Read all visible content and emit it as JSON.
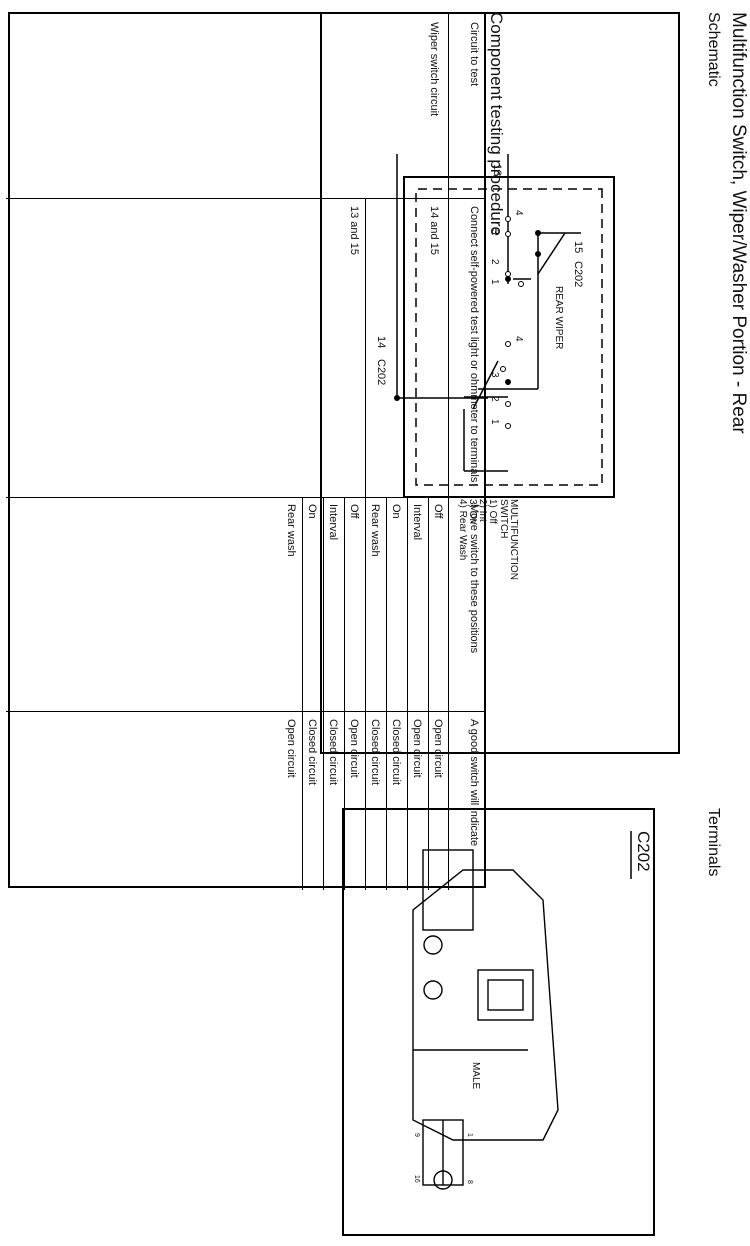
{
  "page": {
    "title": "Multifunction Switch, Wiper/Washer Portion - Rear",
    "schematic_label": "Schematic",
    "terminals_label": "Terminals",
    "testing_label": "Component testing procedure"
  },
  "schematic": {
    "rear_wiper_label": "REAR WIPER",
    "wire_15": "15",
    "wire_15_connector": "C202",
    "wire_13": "13",
    "wire_14": "14",
    "wire_14_connector": "C202",
    "legend": [
      "MULTIFUNCTION",
      "SWITCH",
      "1) Off",
      "2) Int",
      "3) On",
      "4) Rear Wash"
    ],
    "pos_4": "4",
    "pos_3": "3",
    "pos_2": "2",
    "pos_1": "1"
  },
  "terminals": {
    "connector_id": "C202",
    "gender_label": "MALE",
    "pin_1": "1",
    "pin_8": "8",
    "pin_9": "9",
    "pin_16": "16"
  },
  "table": {
    "headers": {
      "circuit": "Circuit to test",
      "connect": "Connect self-powered test light or ohmmeter to terminals",
      "move": "Move switch to these positions",
      "indicate": "A good switch will indicate"
    },
    "circuit_name": "Wiper switch circuit",
    "groups": [
      {
        "terminals": "14 and 15",
        "rows": [
          {
            "position": "Off",
            "result": "Open circuit"
          },
          {
            "position": "Interval",
            "result": "Open circuit"
          },
          {
            "position": "On",
            "result": "Closed circuit"
          },
          {
            "position": "Rear wash",
            "result": "Closed circuit"
          }
        ]
      },
      {
        "terminals": "13 and 15",
        "rows": [
          {
            "position": "Off",
            "result": "Open circuit"
          },
          {
            "position": "Interval",
            "result": "Closed circuit"
          },
          {
            "position": "On",
            "result": "Closed circuit"
          },
          {
            "position": "Rear wash",
            "result": "Open circuit"
          }
        ]
      }
    ]
  }
}
